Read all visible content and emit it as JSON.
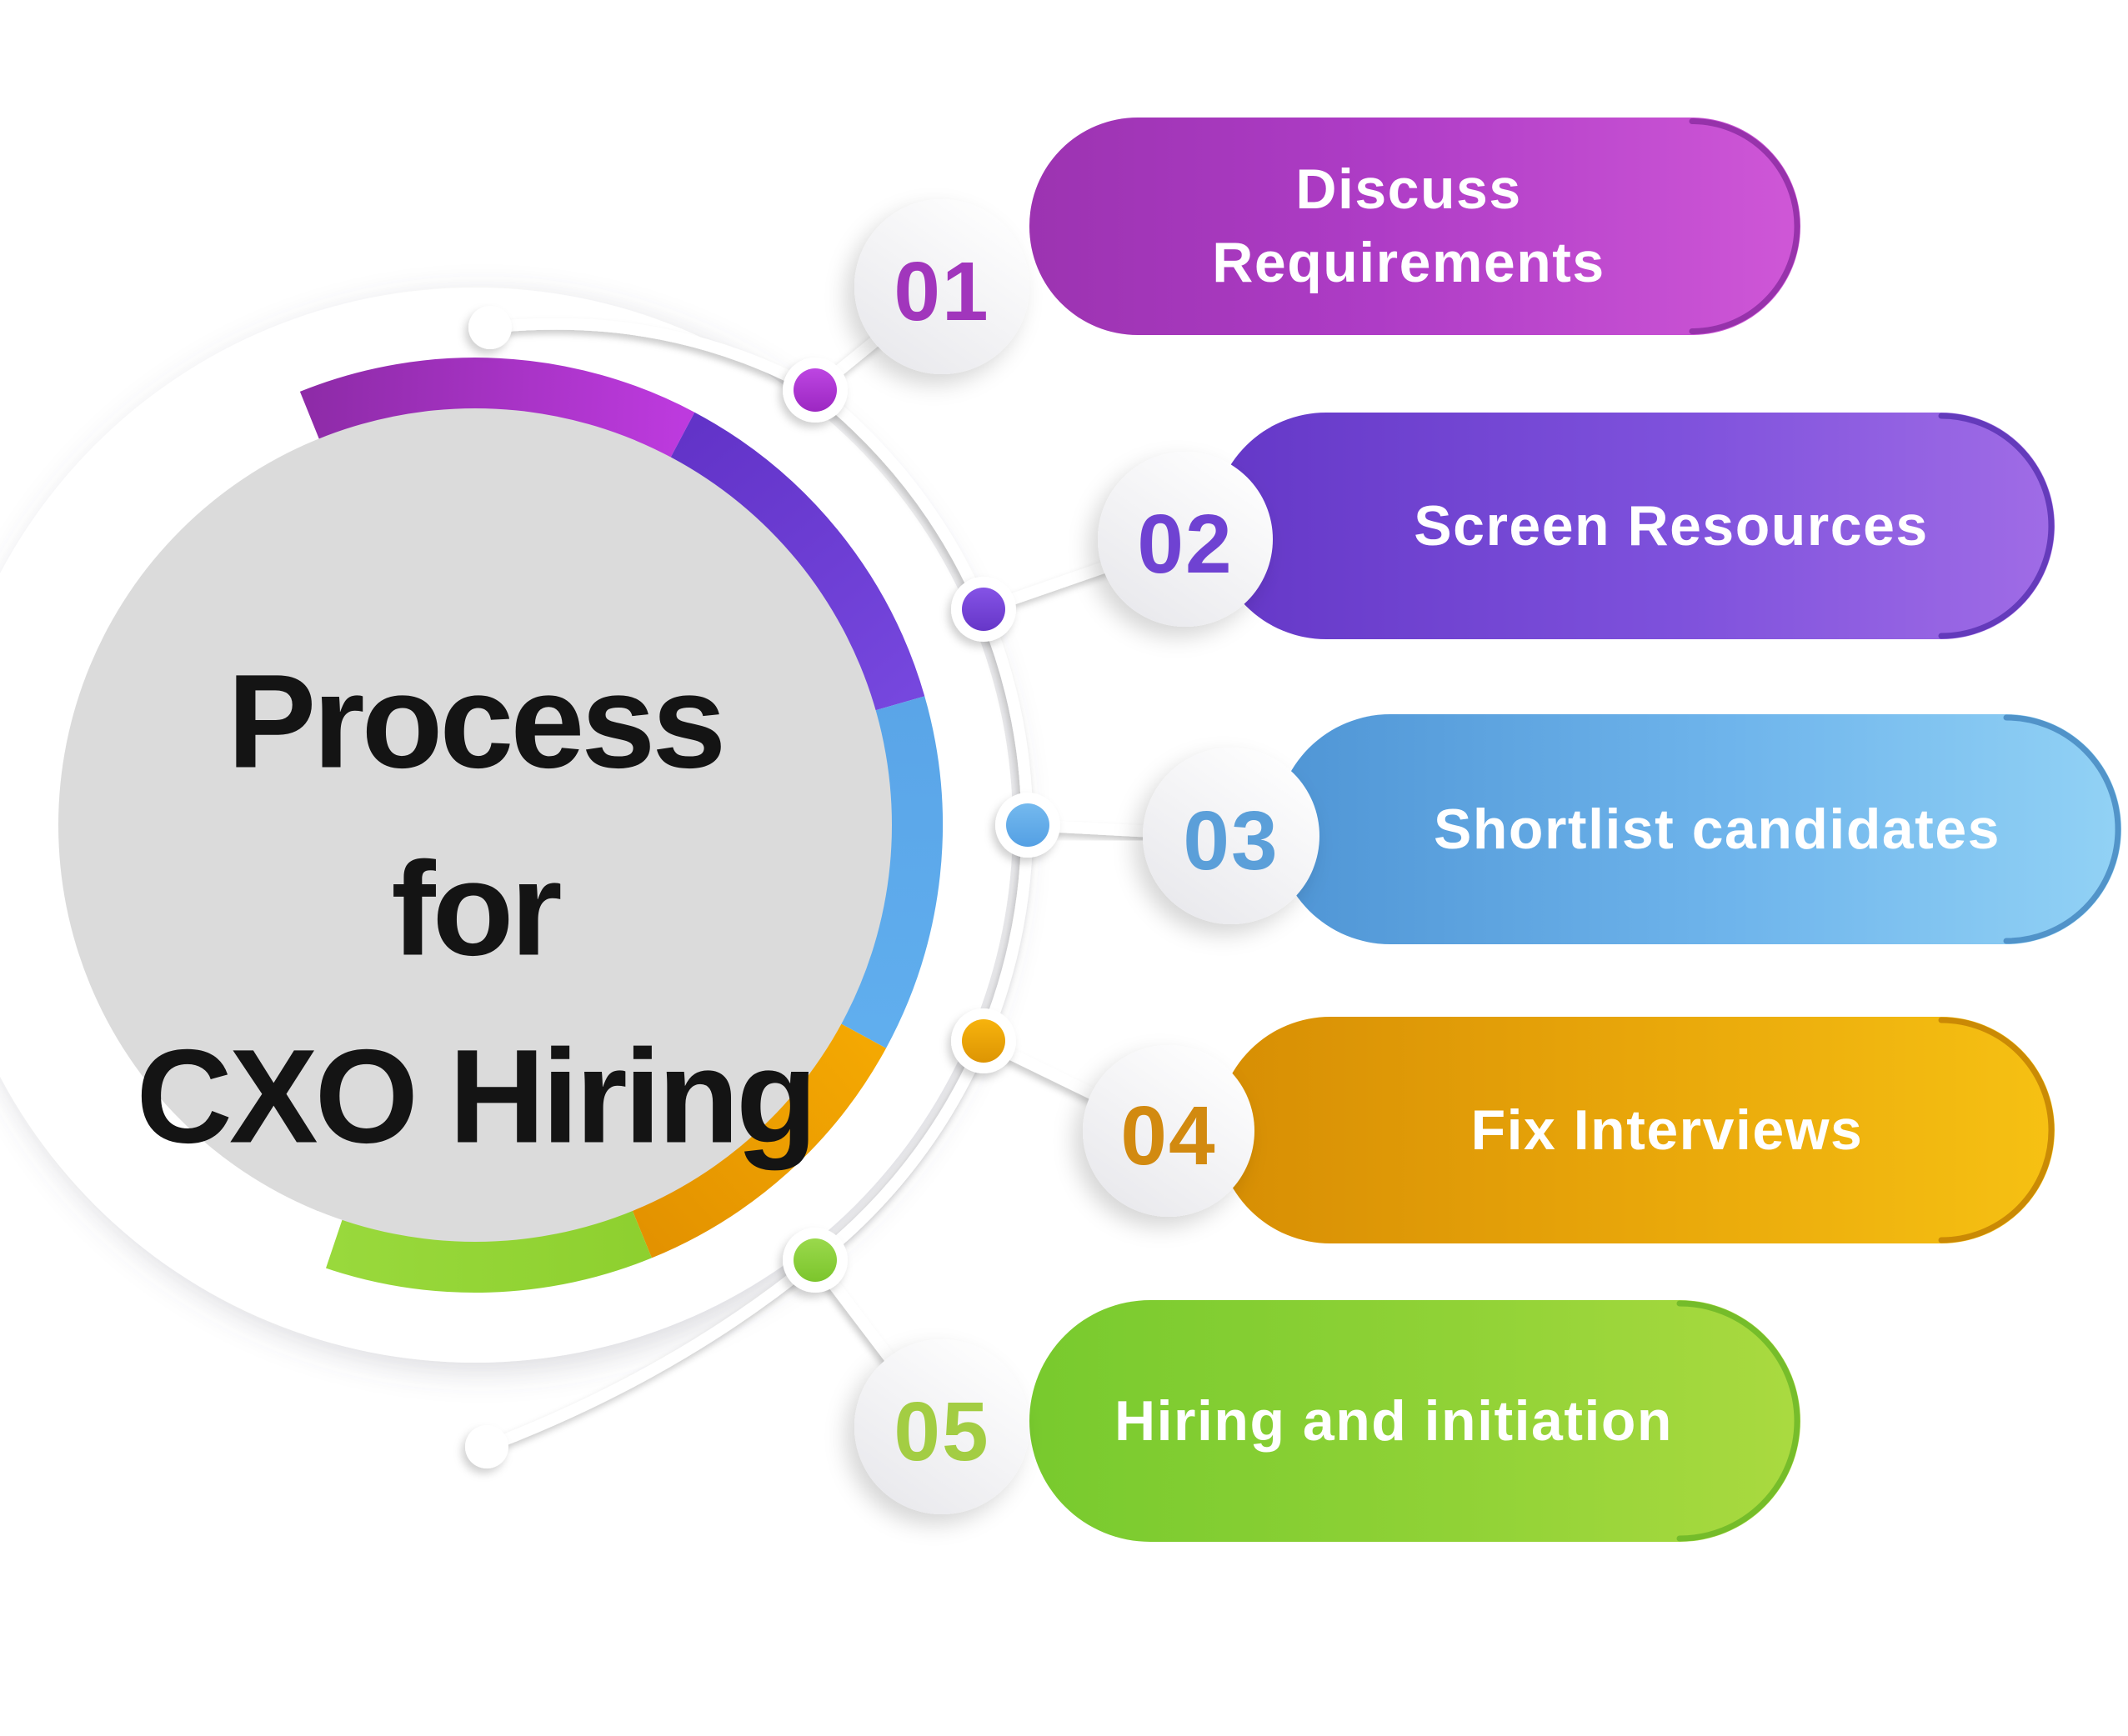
{
  "title": {
    "full": "Process for CXO Hiring",
    "lines": [
      "Process",
      "for",
      "CXO Hiring"
    ]
  },
  "steps": [
    {
      "number": "01",
      "label": "Discuss Requirements",
      "label_line1": "Discuss",
      "label_line2": "Requirements",
      "number_color": "#a136bc",
      "banner_gradient": [
        "#9c33b1",
        "#ae3cc6",
        "#cf57d7"
      ],
      "rim_color": "#8a2ba0",
      "arc_color": "#a733cc",
      "dot_color": "#b136d6"
    },
    {
      "number": "02",
      "label": "Screen Resources",
      "number_color": "#6f42d2",
      "banner_gradient": [
        "#6437c7",
        "#7e51dc",
        "#a06ce6"
      ],
      "rim_color": "#5630b0",
      "arc_color": "#6c3cd4",
      "dot_color": "#7a47e0"
    },
    {
      "number": "03",
      "label": "Shortlist candidates",
      "number_color": "#5b9fd9",
      "banner_gradient": [
        "#4f95d5",
        "#6fb5ec",
        "#92d2f5"
      ],
      "rim_color": "#4284be",
      "arc_color": "#5aa8ea",
      "dot_color": "#68b0ea"
    },
    {
      "number": "04",
      "label": "Fix Interviews",
      "number_color": "#d28a10",
      "banner_gradient": [
        "#d78e04",
        "#e8a60a",
        "#f6c113"
      ],
      "rim_color": "#bf7d03",
      "arc_color": "#f0a402",
      "dot_color": "#f0a606"
    },
    {
      "number": "05",
      "label": "Hiring and initiation",
      "number_color": "#a3cd43",
      "banner_gradient": [
        "#78ca2e",
        "#90d236",
        "#aada40"
      ],
      "rim_color": "#69b525",
      "arc_color": "#93d435",
      "dot_color": "#8ed241"
    }
  ],
  "colors": {
    "background": "#ffffff",
    "center_circle": "#dbdbdb",
    "title_text": "#141414",
    "connector": "#ffffff"
  }
}
